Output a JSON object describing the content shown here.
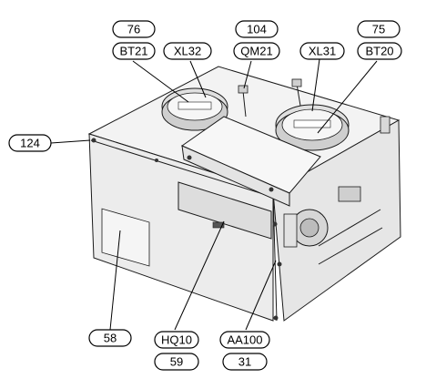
{
  "diagram": {
    "callouts": {
      "c76": "76",
      "c104": "104",
      "c75": "75",
      "bt21": "BT21",
      "xl32": "XL32",
      "qm21": "QM21",
      "xl31": "XL31",
      "bt20": "BT20",
      "c124": "124",
      "c58": "58",
      "hq10": "HQ10",
      "c59": "59",
      "aa100": "AA100",
      "c31": "31"
    }
  }
}
